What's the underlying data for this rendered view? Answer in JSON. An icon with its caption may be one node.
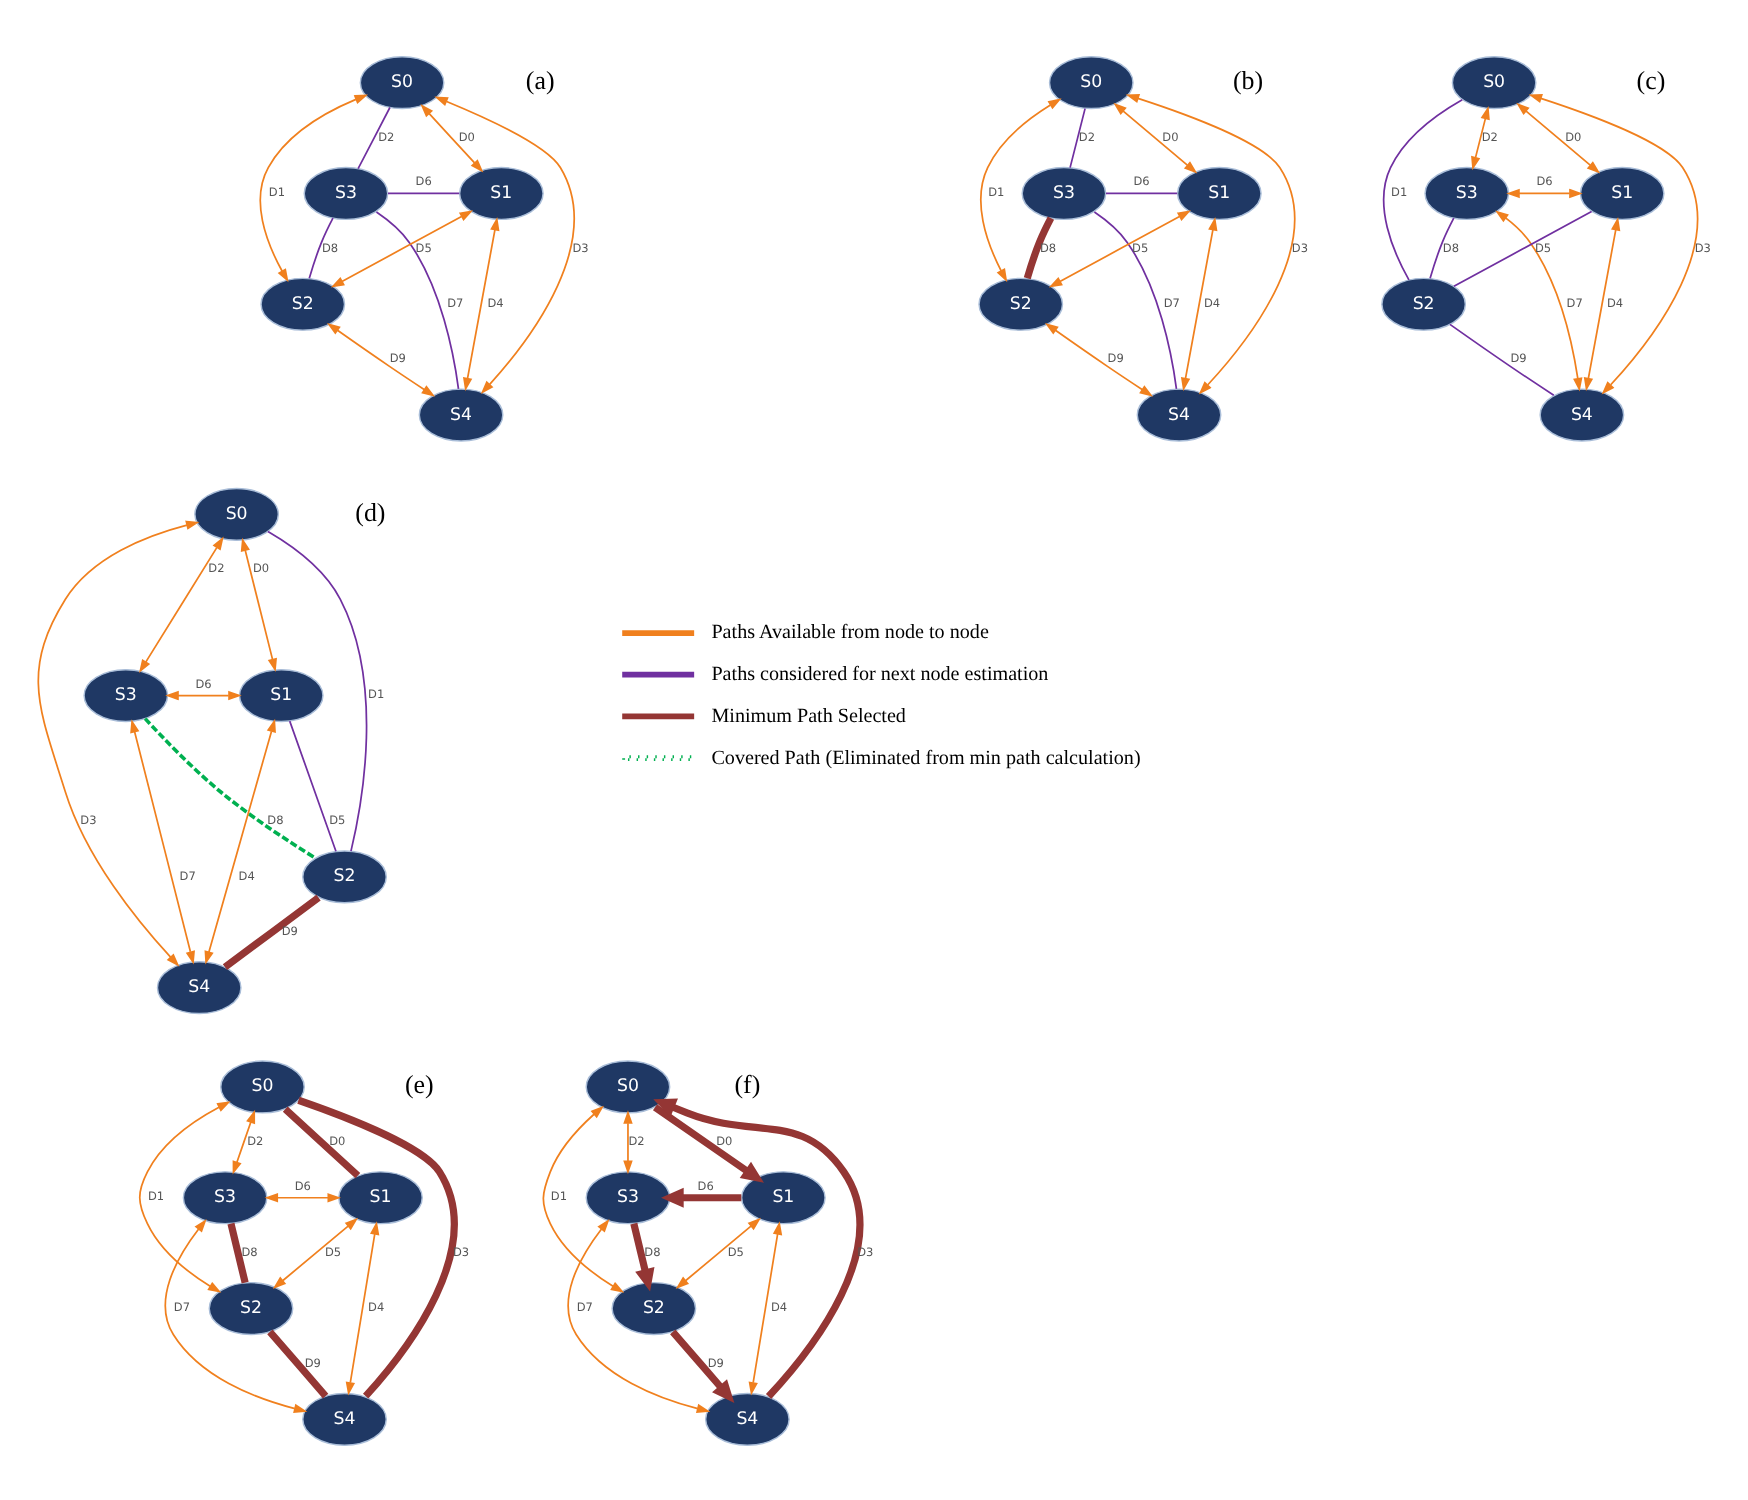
{
  "diagram": {
    "nodes": [
      {
        "text": [
          "S0"
        ]
      },
      {
        "text": [
          "S3"
        ]
      },
      {
        "text": [
          "S1"
        ]
      },
      {
        "text": [
          "S2"
        ]
      },
      {
        "text": [
          "S4"
        ]
      },
      {
        "text": [
          "S0"
        ]
      },
      {
        "text": [
          "S3"
        ]
      },
      {
        "text": [
          "S1"
        ]
      },
      {
        "text": [
          "S2"
        ]
      },
      {
        "text": [
          "S4"
        ]
      },
      {
        "text": [
          "S0"
        ]
      },
      {
        "text": [
          "S3"
        ]
      },
      {
        "text": [
          "S1"
        ]
      },
      {
        "text": [
          "S2"
        ]
      },
      {
        "text": [
          "S4"
        ]
      },
      {
        "text": [
          "S0"
        ]
      },
      {
        "text": [
          "S3"
        ]
      },
      {
        "text": [
          "S1"
        ]
      },
      {
        "text": [
          "S2"
        ]
      },
      {
        "text": [
          "S4"
        ]
      },
      {
        "text": [
          "S0"
        ]
      },
      {
        "text": [
          "S3"
        ]
      },
      {
        "text": [
          "S1"
        ]
      },
      {
        "text": [
          "S2"
        ]
      },
      {
        "text": [
          "S4"
        ]
      },
      {
        "text": [
          "S0"
        ]
      },
      {
        "text": [
          "S3"
        ]
      },
      {
        "text": [
          "S1"
        ]
      },
      {
        "text": [
          "S2"
        ]
      },
      {
        "text": [
          "S4"
        ]
      }
    ],
    "edges": [
      {
        "from": 0,
        "to": 2,
        "arrow": "both",
        "label": "D0"
      },
      {
        "from": 0,
        "to": 3,
        "arrow": "both",
        "label": "D1"
      },
      {
        "from": 0,
        "to": 1,
        "arrow": "none",
        "label": "D2",
        "color": "#7030a0"
      },
      {
        "from": 0,
        "to": 4,
        "arrow": "both",
        "label": "D3"
      },
      {
        "from": 2,
        "to": 4,
        "arrow": "both",
        "label": "D4"
      },
      {
        "from": 2,
        "to": 3,
        "arrow": "both",
        "label": "D5"
      },
      {
        "from": 1,
        "to": 2,
        "arrow": "none",
        "label": "D6",
        "color": "#7030a0"
      },
      {
        "from": 1,
        "to": 4,
        "arrow": "none",
        "label": "D7",
        "color": "#7030a0"
      },
      {
        "from": 1,
        "to": 3,
        "arrow": "none",
        "label": "D8",
        "color": "#7030a0"
      },
      {
        "from": 3,
        "to": 4,
        "arrow": "both",
        "label": "D9"
      },
      {
        "from": 5,
        "to": 7,
        "arrow": "both",
        "label": "D0"
      },
      {
        "from": 5,
        "to": 8,
        "arrow": "both",
        "label": "D1"
      },
      {
        "from": 5,
        "to": 6,
        "arrow": "none",
        "label": "D2",
        "color": "#7030a0"
      },
      {
        "from": 5,
        "to": 9,
        "arrow": "both",
        "label": "D3"
      },
      {
        "from": 7,
        "to": 9,
        "arrow": "both",
        "label": "D4"
      },
      {
        "from": 7,
        "to": 8,
        "arrow": "both",
        "label": "D5"
      },
      {
        "from": 6,
        "to": 7,
        "arrow": "none",
        "label": "D6",
        "color": "#7030a0"
      },
      {
        "from": 6,
        "to": 9,
        "arrow": "none",
        "label": "D7",
        "color": "#7030a0"
      },
      {
        "from": 6,
        "to": 8,
        "arrow": "none",
        "label": "D8",
        "style": "thick",
        "color": "#943634"
      },
      {
        "from": 8,
        "to": 9,
        "arrow": "both",
        "label": "D9"
      },
      {
        "from": 10,
        "to": 12,
        "arrow": "both",
        "label": "D0"
      },
      {
        "from": 10,
        "to": 13,
        "arrow": "none",
        "label": "D1",
        "color": "#7030a0"
      },
      {
        "from": 10,
        "to": 11,
        "arrow": "both",
        "label": "D2"
      },
      {
        "from": 10,
        "to": 14,
        "arrow": "both",
        "label": "D3"
      },
      {
        "from": 12,
        "to": 14,
        "arrow": "both",
        "label": "D4"
      },
      {
        "from": 12,
        "to": 13,
        "arrow": "none",
        "label": "D5",
        "color": "#7030a0"
      },
      {
        "from": 11,
        "to": 12,
        "arrow": "both",
        "label": "D6"
      },
      {
        "from": 11,
        "to": 14,
        "arrow": "both",
        "label": "D7"
      },
      {
        "from": 11,
        "to": 13,
        "arrow": "none",
        "label": "D8",
        "color": "#7030a0"
      },
      {
        "from": 13,
        "to": 14,
        "arrow": "none",
        "label": "D9",
        "color": "#7030a0"
      },
      {
        "from": 15,
        "to": 17,
        "arrow": "both",
        "label": "D0"
      },
      {
        "from": 15,
        "to": 18,
        "arrow": "none",
        "label": "D1",
        "color": "#7030a0"
      },
      {
        "from": 15,
        "to": 16,
        "arrow": "both",
        "label": "D2"
      },
      {
        "from": 15,
        "to": 19,
        "arrow": "both",
        "label": "D3"
      },
      {
        "from": 17,
        "to": 19,
        "arrow": "both",
        "label": "D4"
      },
      {
        "from": 17,
        "to": 18,
        "arrow": "none",
        "label": "D5",
        "color": "#7030a0"
      },
      {
        "from": 16,
        "to": 17,
        "arrow": "both",
        "label": "D6"
      },
      {
        "from": 16,
        "to": 19,
        "arrow": "both",
        "label": "D7"
      },
      {
        "from": 16,
        "to": 18,
        "arrow": "none",
        "label": "D8",
        "style": "dashed",
        "color": "#00b050"
      },
      {
        "from": 18,
        "to": 19,
        "arrow": "none",
        "label": "D9",
        "style": "thick",
        "color": "#943634"
      },
      {
        "from": 20,
        "to": 22,
        "arrow": "none",
        "label": "D0",
        "style": "thick",
        "color": "#943634"
      },
      {
        "from": 20,
        "to": 23,
        "arrow": "both",
        "label": "D1"
      },
      {
        "from": 20,
        "to": 21,
        "arrow": "both",
        "label": "D2"
      },
      {
        "from": 20,
        "to": 24,
        "arrow": "none",
        "label": "D3",
        "style": "thick",
        "color": "#943634"
      },
      {
        "from": 22,
        "to": 24,
        "arrow": "both",
        "label": "D4"
      },
      {
        "from": 22,
        "to": 23,
        "arrow": "both",
        "label": "D5"
      },
      {
        "from": 21,
        "to": 22,
        "arrow": "both",
        "label": "D6"
      },
      {
        "from": 21,
        "to": 24,
        "arrow": "both",
        "label": "D7"
      },
      {
        "from": 21,
        "to": 23,
        "arrow": "none",
        "label": "D8",
        "style": "thick",
        "color": "#943634"
      },
      {
        "from": 23,
        "to": 24,
        "arrow": "none",
        "label": "D9",
        "style": "thick",
        "color": "#943634"
      },
      {
        "from": 25,
        "to": 27,
        "arrow": "to",
        "label": "D0",
        "style": "thick",
        "color": "#943634"
      },
      {
        "from": 25,
        "to": 28,
        "arrow": "both",
        "label": "D1"
      },
      {
        "from": 25,
        "to": 26,
        "arrow": "both",
        "label": "D2"
      },
      {
        "from": 29,
        "to": 25,
        "arrow": "to",
        "label": "D3",
        "style": "thick",
        "color": "#943634"
      },
      {
        "from": 27,
        "to": 29,
        "arrow": "both",
        "label": "D4"
      },
      {
        "from": 27,
        "to": 28,
        "arrow": "both",
        "label": "D5"
      },
      {
        "from": 27,
        "to": 26,
        "arrow": "to",
        "label": "D6",
        "style": "thick",
        "color": "#943634"
      },
      {
        "from": 26,
        "to": 29,
        "arrow": "both",
        "label": "D7"
      },
      {
        "from": 26,
        "to": 28,
        "arrow": "to",
        "label": "D8",
        "style": "thick",
        "color": "#943634"
      },
      {
        "from": 28,
        "to": 29,
        "arrow": "to",
        "label": "D9",
        "style": "thick",
        "color": "#943634"
      }
    ],
    "labels": [
      "(a)",
      "(b)",
      "(c)",
      "(d)",
      "(e)",
      "(f)"
    ],
    "legend": [
      {
        "text": "Paths Available from node to node"
      },
      {
        "text": "Paths considered for next node estimation"
      },
      {
        "text": "Minimum Path Selected"
      },
      {
        "text": "Covered Path (Eliminated from min path calculation)"
      }
    ]
  }
}
